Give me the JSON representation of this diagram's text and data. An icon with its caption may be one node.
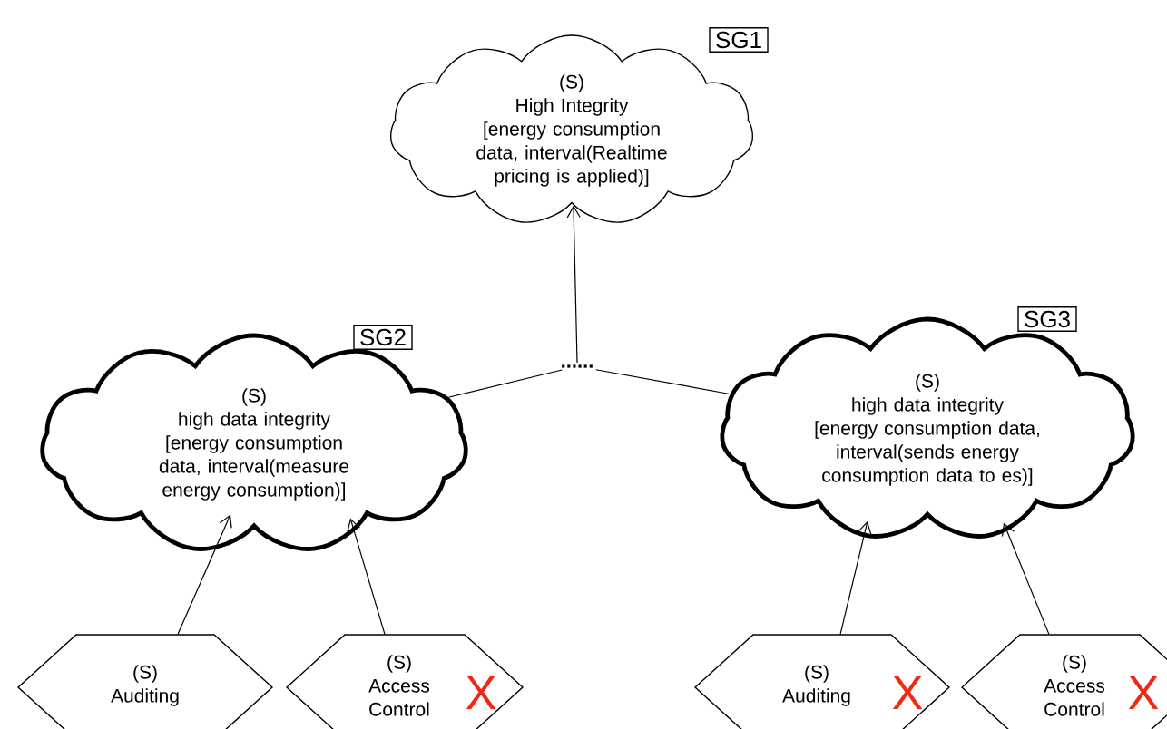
{
  "diagram": {
    "nodes": [
      {
        "text": [
          "(S)",
          "High Integrity",
          "[energy consumption data, interval(Realtime pricing is applied)]"
        ],
        "beside": [
          "SG1"
        ]
      },
      {
        "text": [
          "(S)",
          "high data integrity",
          "[energy consumption data, interval(measure energy consumption)]"
        ],
        "beside": [
          "SG2"
        ]
      },
      {
        "text": [
          "(S)",
          "high data integrity",
          "[energy consumption data, interval(sends energy consumption data to es)]"
        ],
        "beside": [
          "SG3"
        ]
      },
      {
        "text": [
          "......"
        ]
      },
      {
        "text": [
          "(S)",
          "Auditing"
        ]
      },
      {
        "text": [
          "(S)",
          "Access Control",
          "X"
        ]
      },
      {
        "text": [
          "(S)",
          "Auditing",
          "X"
        ]
      },
      {
        "text": [
          "(S)",
          "Access Control",
          "X"
        ]
      }
    ],
    "edges": [
      {
        "from": 1,
        "to": 3,
        "arrow": "none"
      },
      {
        "from": 3,
        "to": 2,
        "arrow": "none"
      },
      {
        "from": 3,
        "to": 0,
        "arrow": "to"
      },
      {
        "from": 4,
        "to": 1,
        "arrow": "to"
      },
      {
        "from": 5,
        "to": 1,
        "arrow": "to"
      },
      {
        "from": 6,
        "to": 2,
        "arrow": "to"
      },
      {
        "from": 7,
        "to": 2,
        "arrow": "to"
      }
    ]
  }
}
